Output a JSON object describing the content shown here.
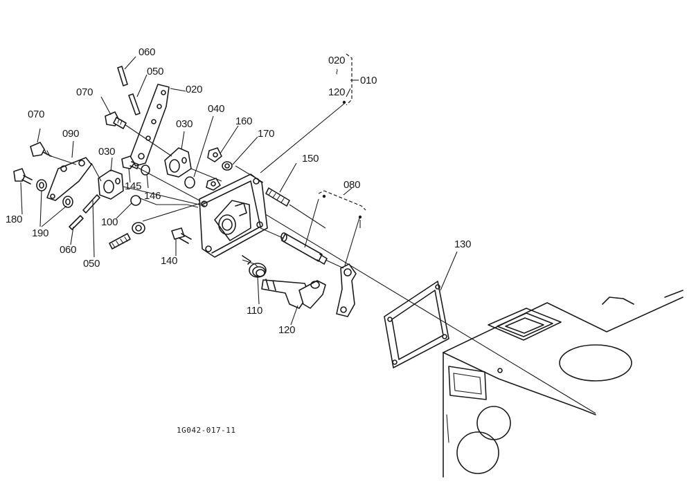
{
  "diagram": {
    "drawing_code": "1G042-017-11",
    "callouts": {
      "p010": "010",
      "p020a": "020",
      "p020b": "020",
      "p030a": "030",
      "p030b": "030",
      "p040": "040",
      "p050a": "050",
      "p050b": "050",
      "p060a": "060",
      "p060b": "060",
      "p070a": "070",
      "p070b": "070",
      "p080": "080",
      "p090": "090",
      "p100": "100",
      "p110": "110",
      "p120a": "120",
      "p120b": "120",
      "p130": "130",
      "p140": "140",
      "p145": "145",
      "p146": "146",
      "p150": "150",
      "p160": "160",
      "p170": "170",
      "p180": "180",
      "p190": "190",
      "range_mark": "~"
    }
  }
}
